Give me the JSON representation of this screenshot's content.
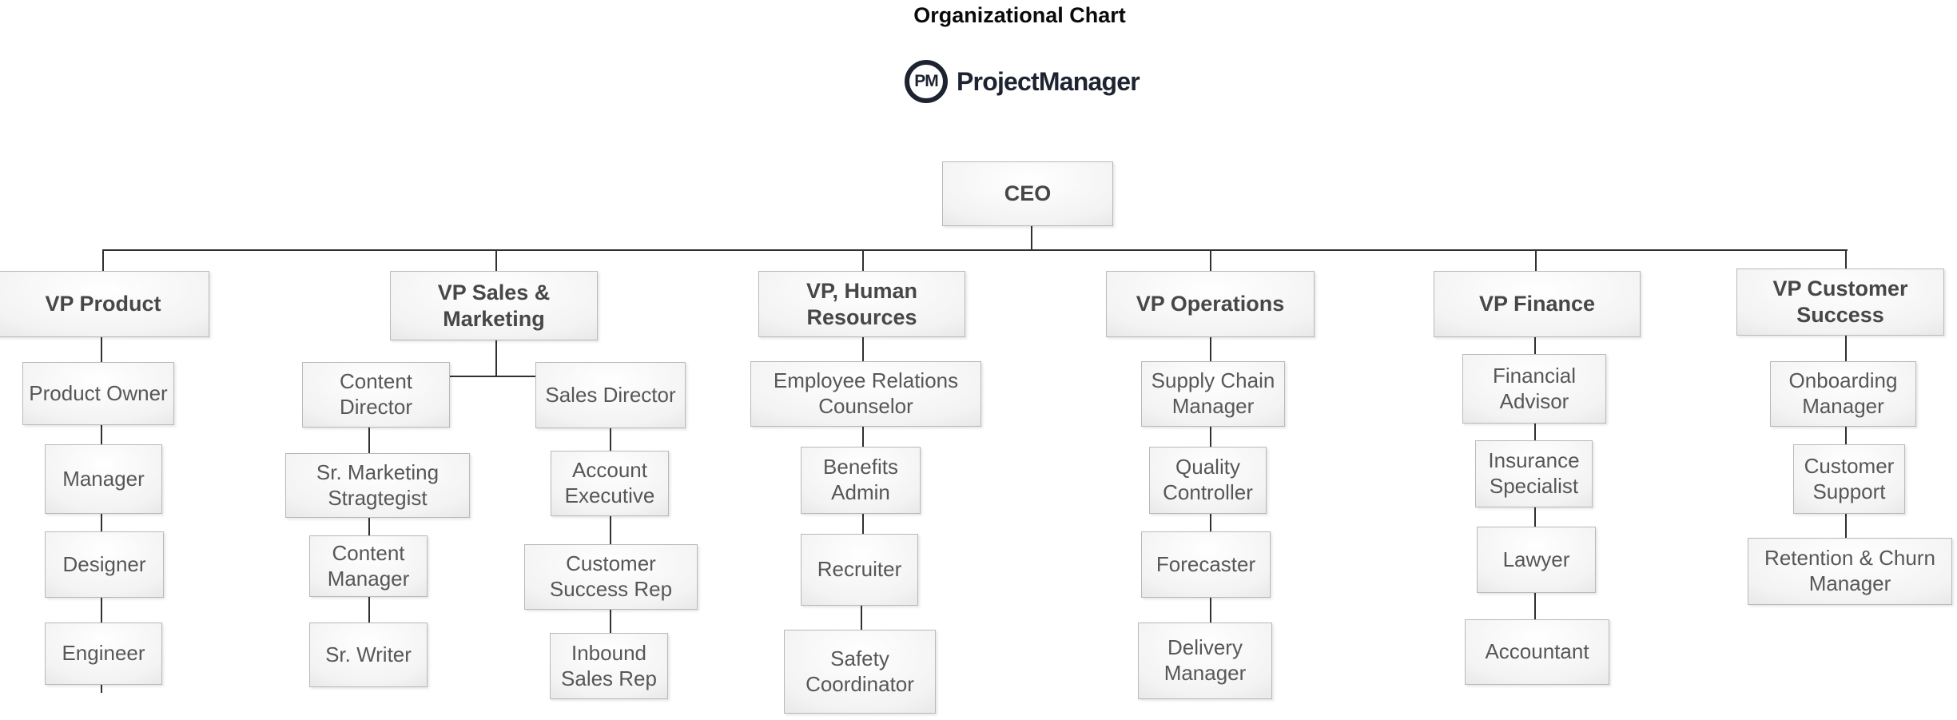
{
  "title": "Organizational Chart",
  "logo": {
    "badge": "PM",
    "wordmark": "ProjectManager"
  },
  "colors": {
    "brand_dark": "#1d2330",
    "background": "#ffffff",
    "box_border": "#b9b9b9",
    "box_gradient_top": "#ffffff",
    "box_gradient_bottom": "#c7c7c7",
    "connector": "#303030",
    "node_text": "#575757",
    "heading_text": "#474747"
  },
  "org": {
    "ceo": "CEO",
    "branches": [
      {
        "vp": "VP Product",
        "reports": [
          "Product Owner",
          "Manager",
          "Designer",
          "Engineer"
        ]
      },
      {
        "vp": "VP Sales & Marketing",
        "teams": [
          {
            "lead": "Content Director",
            "reports": [
              "Sr. Marketing Stragtegist",
              "Content Manager",
              "Sr. Writer"
            ]
          },
          {
            "lead": "Sales Director",
            "reports": [
              "Account Executive",
              "Customer Success Rep",
              "Inbound Sales Rep"
            ]
          }
        ]
      },
      {
        "vp": "VP, Human Resources",
        "reports": [
          "Employee Relations Counselor",
          "Benefits Admin",
          "Recruiter",
          "Safety Coordinator"
        ]
      },
      {
        "vp": "VP Operations",
        "reports": [
          "Supply Chain Manager",
          "Quality Controller",
          "Forecaster",
          "Delivery Manager"
        ]
      },
      {
        "vp": "VP Finance",
        "reports": [
          "Financial Advisor",
          "Insurance Specialist",
          "Lawyer",
          "Accountant"
        ]
      },
      {
        "vp": "VP Customer Success",
        "reports": [
          "Onboarding Manager",
          "Customer Support",
          "Retention & Churn Manager"
        ]
      }
    ]
  }
}
